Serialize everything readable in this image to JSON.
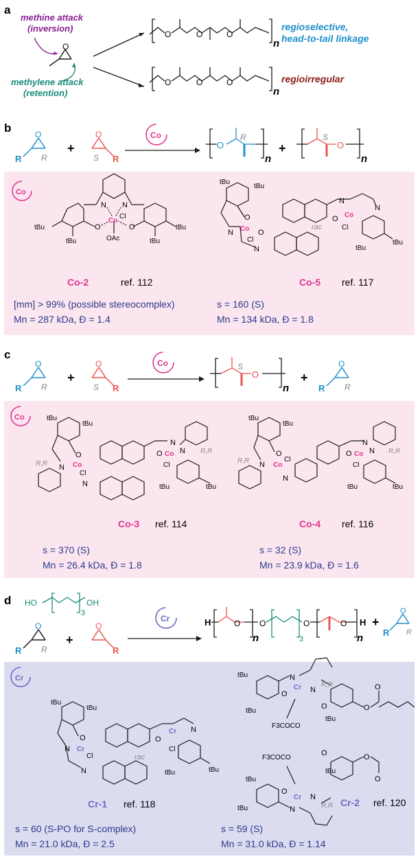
{
  "colors": {
    "methine": "#8a1f8f",
    "methylene": "#1a8a7a",
    "regio": "#1f8fc9",
    "irregular": "#8b1a1a",
    "cobalt": "#e0368f",
    "cobalt_panel": "#fbe6f0",
    "chrome": "#6b6bc4",
    "chrome_panel": "#dcdcf0",
    "blue_epoxide": "#1f8fc9",
    "red_epoxide": "#e8554f"
  },
  "panel_a": {
    "label": "a",
    "methine_line1": "methine attack",
    "methine_line2": "(inversion)",
    "methylene_line1": "methylene attack",
    "methylene_line2": "(retention)",
    "product1_line1": "regioselective,",
    "product1_line2": "head-to-tail linkage",
    "product2": "regioirregular",
    "n": "n"
  },
  "panel_b": {
    "label": "b",
    "r_left": "R",
    "r_left_config": "R",
    "plus": "+",
    "s_config": "S",
    "r_right": "R",
    "catalyst": "Co",
    "poly_r": "R",
    "poly_s": "S",
    "n": "n",
    "catalyst_a_name": "Co-2",
    "catalyst_a_ref": "ref. 112",
    "catalyst_a_line1": "[mm] > 99% (possible stereocomplex)",
    "catalyst_a_line2": "Mn = 287 kDa,   Đ = 1.4",
    "catalyst_b_name": "Co-5",
    "catalyst_b_ref": "ref. 117",
    "catalyst_b_line1": "s = 160 (S)",
    "catalyst_b_line2": "Mn = 134 kDa,   Đ = 1.8",
    "rac": "rac"
  },
  "panel_c": {
    "label": "c",
    "plus": "+",
    "catalyst": "Co",
    "s_config": "S",
    "r_config": "R",
    "r": "R",
    "n": "n",
    "catalyst_a_name": "Co-3",
    "catalyst_a_ref": "ref. 114",
    "catalyst_a_line1": "s = 370 (S)",
    "catalyst_a_line2": "Mn = 26.4 kDa,   Đ = 1.8",
    "catalyst_b_name": "Co-4",
    "catalyst_b_ref": "ref. 116",
    "catalyst_b_line1": "s = 32 (S)",
    "catalyst_b_line2": "Mn = 23.9 kDa,   Đ = 1.6",
    "rr": "R,R"
  },
  "panel_d": {
    "label": "d",
    "diol_ho": "HO",
    "diol_oh": "OH",
    "diol_sub": "3",
    "plus": "+",
    "catalyst": "Cr",
    "h_left": "H",
    "h_right": "H",
    "n": "n",
    "sub3": "3",
    "r": "R",
    "catalyst_a_name": "Cr-1",
    "catalyst_a_ref": "ref. 118",
    "catalyst_a_line1": "s = 60 (S-PO for S-complex)",
    "catalyst_a_line2": "Mn = 21.0 kDa, Đ = 2.5",
    "catalyst_b_name": "Cr-2",
    "catalyst_b_ref": "ref. 120",
    "catalyst_b_line1": "s = 59 (S)",
    "catalyst_b_line2": "Mn = 31.0 kDa, Đ = 1.14",
    "tfa": "F3COCO",
    "rr": "R,R",
    "rac": "rac"
  },
  "atoms": {
    "N": "N",
    "O": "O",
    "Co": "Co",
    "Cr": "Cr",
    "Cl": "Cl",
    "OAc": "OAc",
    "tBu": "tBu"
  }
}
